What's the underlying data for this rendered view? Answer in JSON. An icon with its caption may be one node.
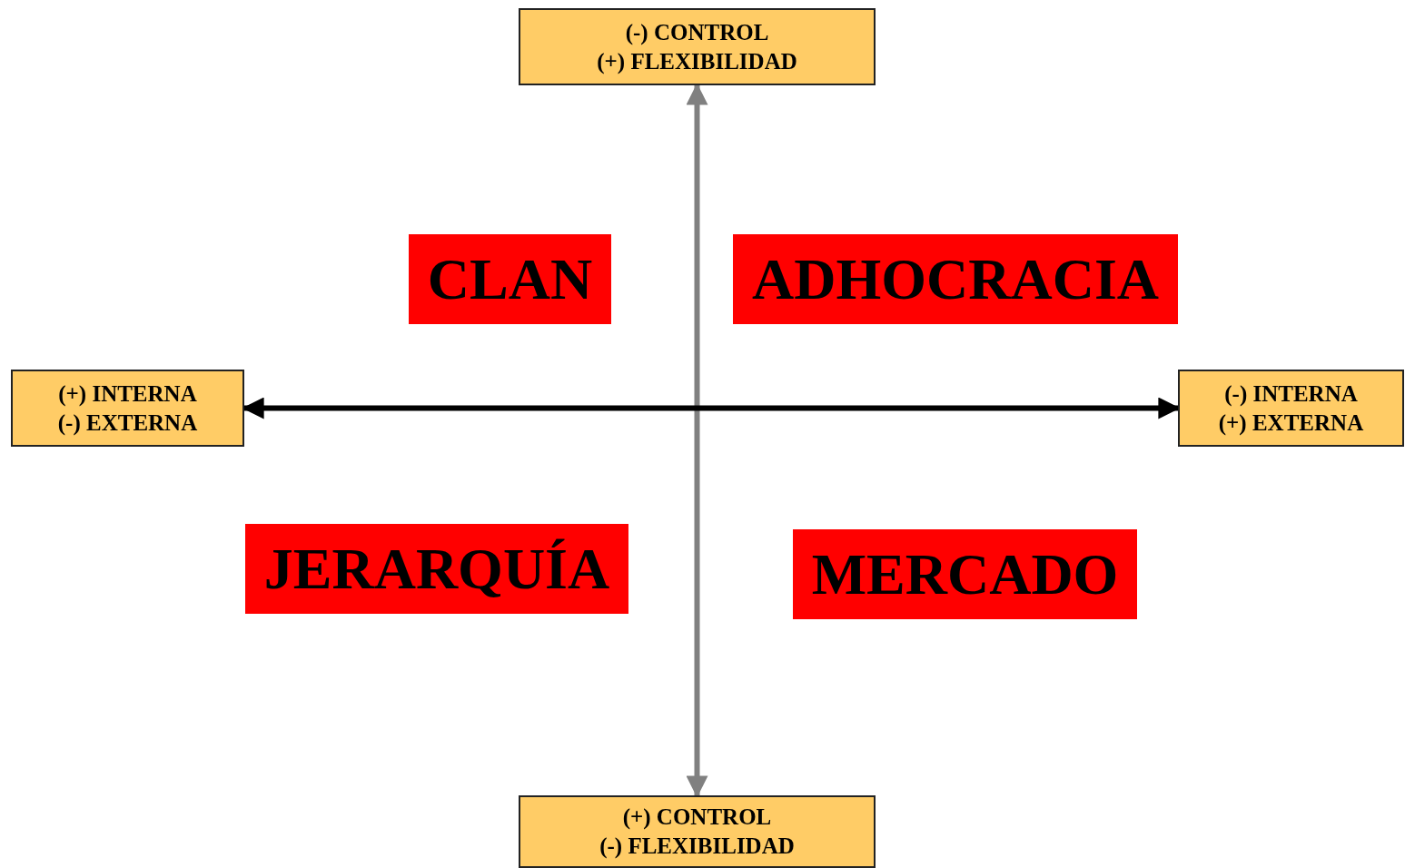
{
  "diagram": {
    "nodes": [
      {
        "text": [
          "(-) CONTROL",
          "(+) FLEXIBILIDAD"
        ]
      },
      {
        "text": [
          "CLAN"
        ]
      },
      {
        "text": [
          "ADHOCRACIA"
        ]
      },
      {
        "text": [
          "(+) INTERNA",
          "(-) EXTERNA"
        ]
      },
      {
        "text": [
          "(-) INTERNA",
          "(+) EXTERNA"
        ]
      },
      {
        "text": [
          "JERARQUÍA"
        ]
      },
      {
        "text": [
          "MERCADO"
        ]
      },
      {
        "text": [
          "(+) CONTROL",
          "(-) FLEXIBILIDAD"
        ]
      }
    ],
    "edges": [
      {
        "from": 0,
        "to": 7,
        "arrow": "both",
        "color": "#808080"
      },
      {
        "from": 3,
        "to": 4,
        "arrow": "both",
        "color": "#000000"
      }
    ]
  }
}
